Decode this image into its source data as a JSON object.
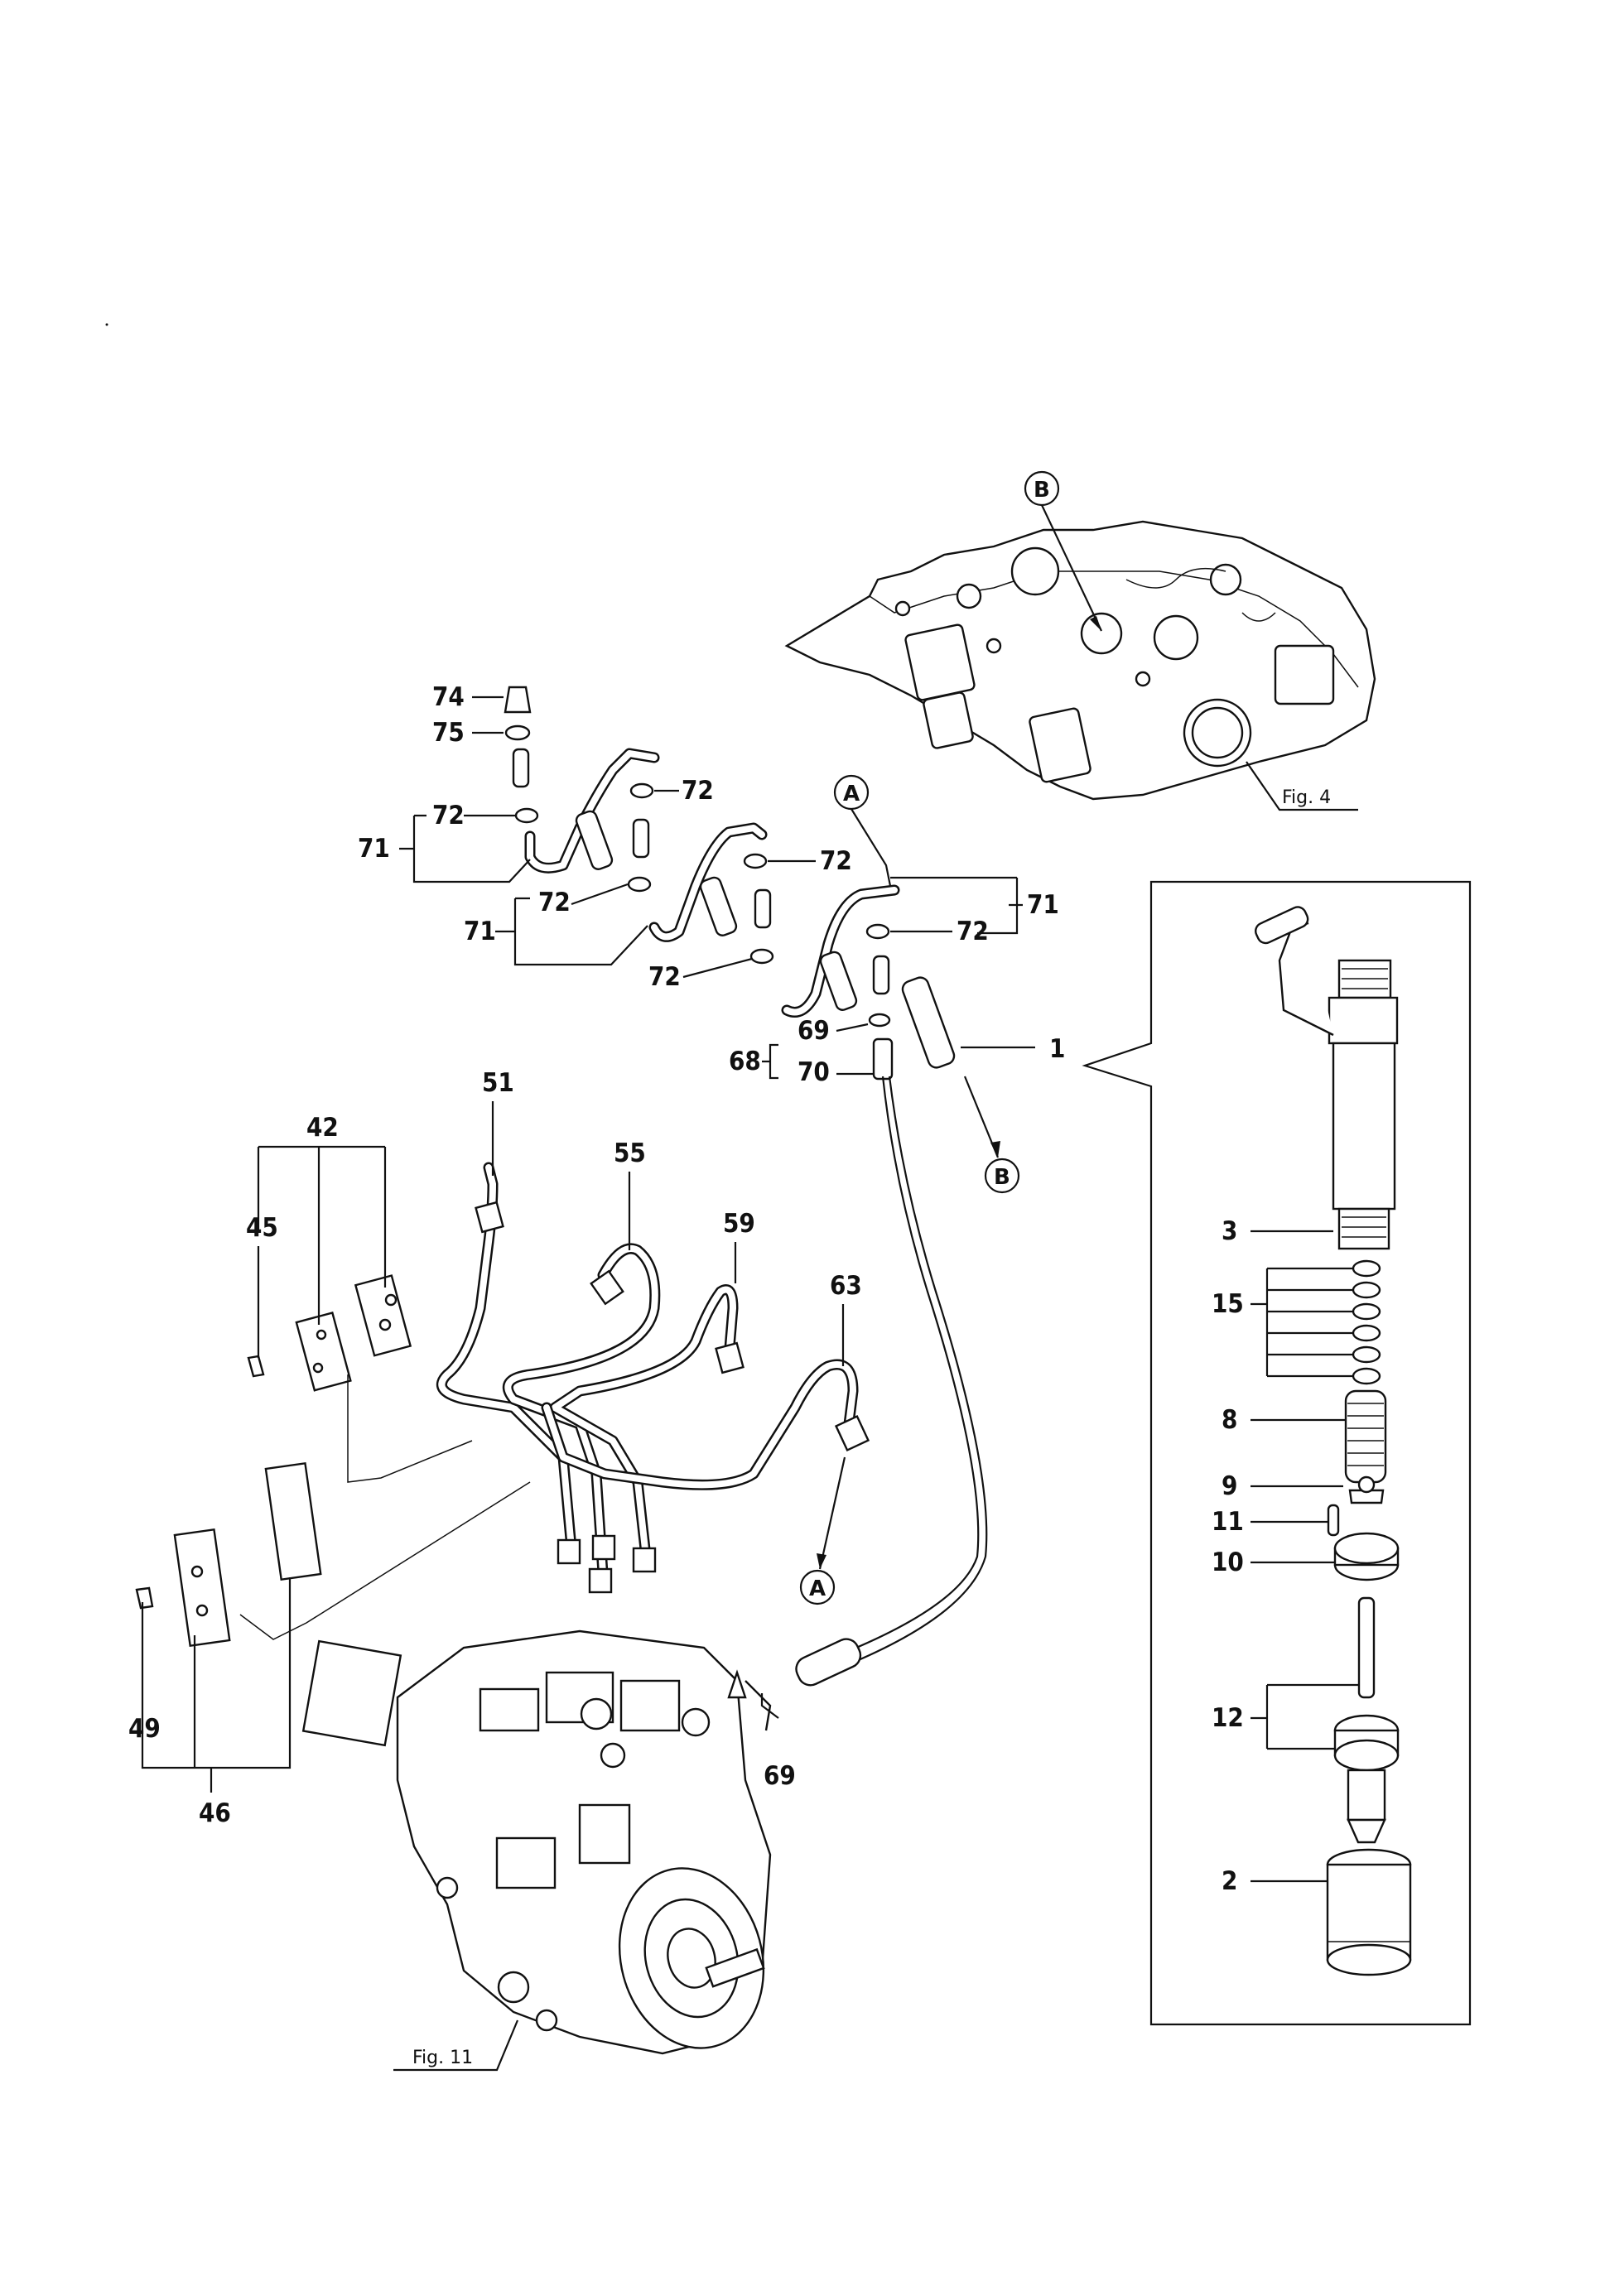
{
  "figures": {
    "cylinder_head": "Fig. 4",
    "injection_pump": "Fig. 11"
  },
  "markers": {
    "a": "A",
    "b": "B"
  },
  "callouts": {
    "p1": "1",
    "p2": "2",
    "p3": "3",
    "p8": "8",
    "p9": "9",
    "p10": "10",
    "p11": "11",
    "p12": "12",
    "p15": "15",
    "p42": "42",
    "p45": "45",
    "p46": "46",
    "p49": "49",
    "p51": "51",
    "p55": "55",
    "p59": "59",
    "p63": "63",
    "p68": "68",
    "p69": "69",
    "p70": "70",
    "p71": "71",
    "p72": "72",
    "p74": "74",
    "p75": "75"
  }
}
